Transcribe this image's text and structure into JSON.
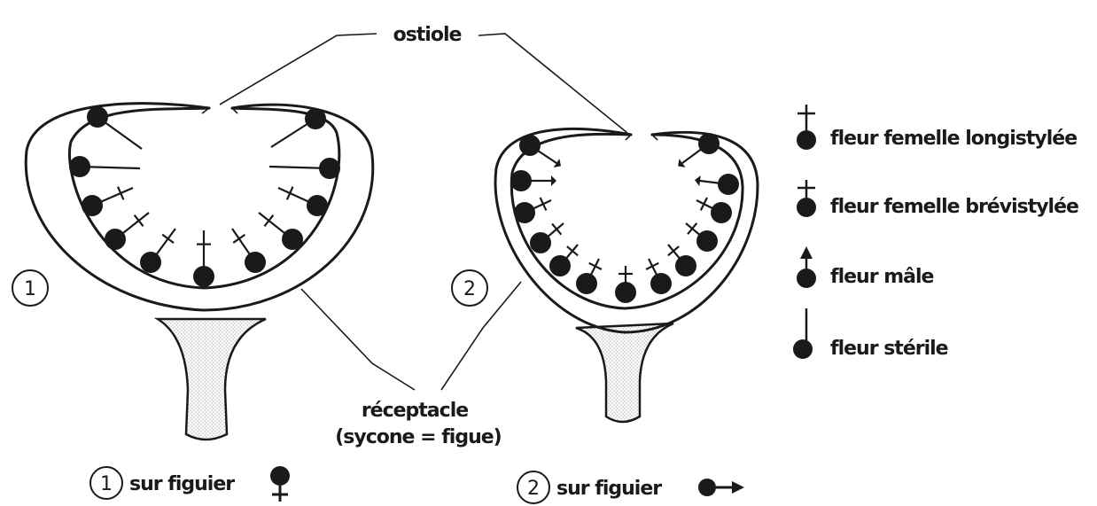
{
  "labels": {
    "ostiole": "ostiole",
    "receptacle_line1": "réceptacle",
    "receptacle_line2": "(sycone = figue)",
    "figure1_number": "1",
    "figure2_number": "2",
    "caption1_number": "1",
    "caption1_text": "sur figuier",
    "caption2_number": "2",
    "caption2_text": "sur figuier"
  },
  "legend": [
    {
      "label": "fleur femelle longistylée",
      "icon": "long-style-flower-icon"
    },
    {
      "label": "fleur femelle brévistylée",
      "icon": "short-style-flower-icon"
    },
    {
      "label": "fleur mâle",
      "icon": "male-flower-icon"
    },
    {
      "label": "fleur stérile",
      "icon": "sterile-flower-icon"
    }
  ],
  "colors": {
    "ink": "#1a1a1a",
    "stipple": "#b8b8b8",
    "background": "#ffffff"
  }
}
